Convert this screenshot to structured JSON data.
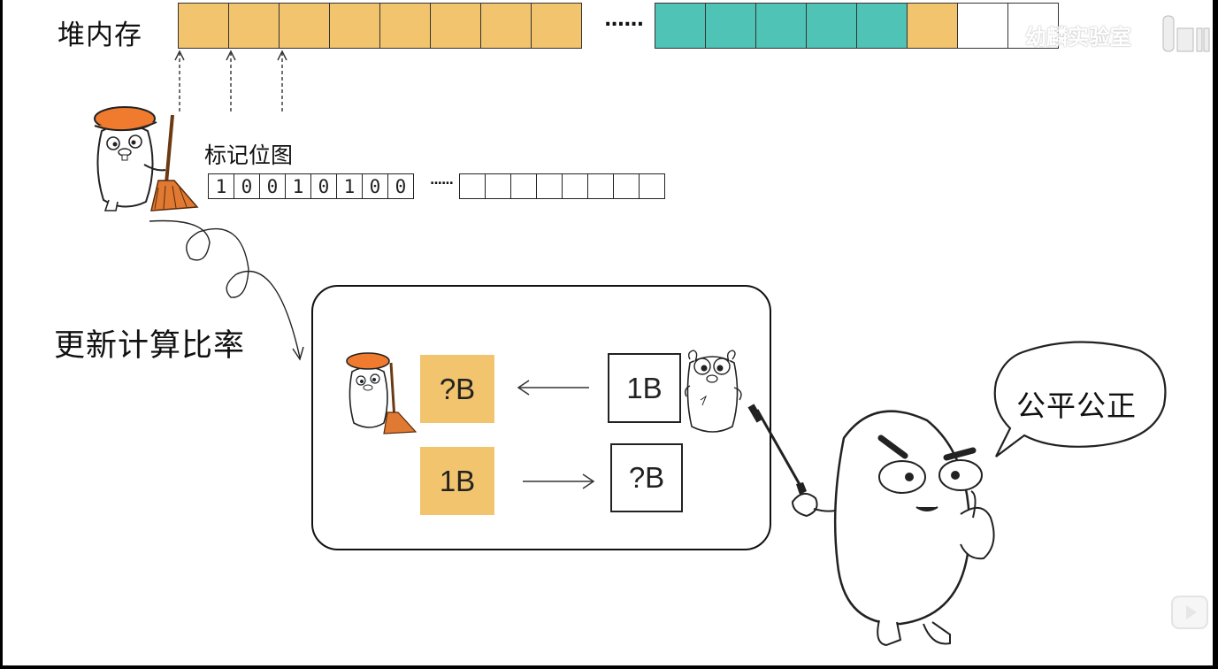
{
  "labels": {
    "heap": "堆内存",
    "bitmap": "标记位图",
    "update": "更新计算比率",
    "heap_ellipsis": "......",
    "bitmap_ellipsis": "......",
    "speech": "公平公正"
  },
  "heap_cells": {
    "left": [
      "used",
      "used",
      "used",
      "used",
      "used",
      "used",
      "used",
      "used"
    ],
    "right": [
      "teal",
      "teal",
      "teal",
      "teal",
      "teal",
      "used",
      "free",
      "free"
    ]
  },
  "bitmap": {
    "left_bits": [
      "1",
      "0",
      "0",
      "1",
      "0",
      "1",
      "0",
      "0"
    ],
    "right_bits": [
      "",
      "",
      "",
      "",
      "",
      "",
      "",
      ""
    ]
  },
  "panel": {
    "top_left_box": "?B",
    "top_right_box": "1B",
    "bottom_left_box": "1B",
    "bottom_right_box": "?B"
  },
  "watermark": {
    "text": "幼麟实验室",
    "logo": "bilibili-logo"
  },
  "colors": {
    "used": "#f2c46d",
    "teal": "#4fc4b6",
    "free": "#ffffff",
    "orange_hat": "#f07a2e"
  }
}
